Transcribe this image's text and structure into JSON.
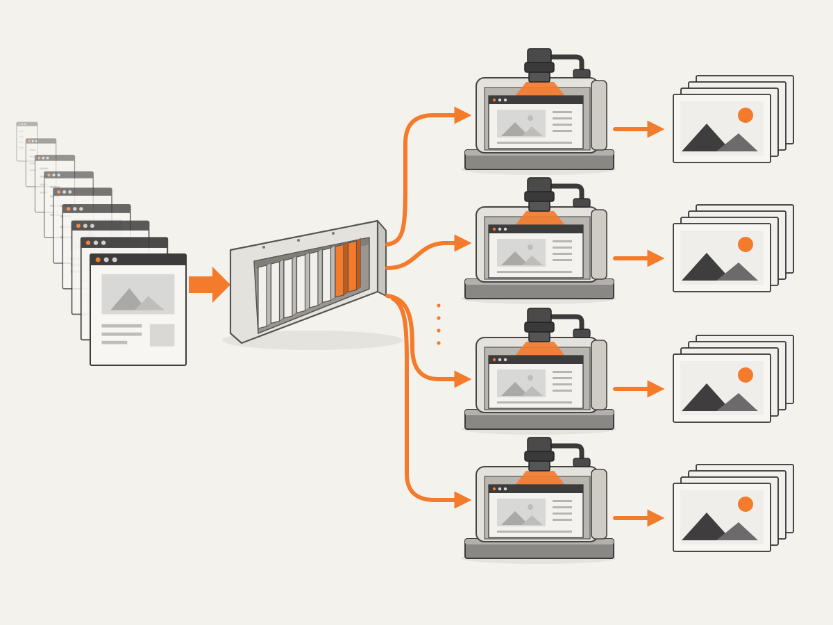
{
  "diagram": {
    "input_page_count": 9,
    "batch_slot_count": 8,
    "highlighted_slot_count": 2,
    "worker_count": 4,
    "gap_marker": "vertical-ellipsis",
    "output_stack_depth": 4
  },
  "icons": {
    "input_pages": "webpage-icon",
    "batcher": "batch-container-icon",
    "worker": "screenshot-machine-icon",
    "output": "image-icon"
  },
  "colors": {
    "background": "#f4f2ec",
    "accent": "#f47a2c",
    "ink_dark": "#3c3c3c",
    "ink_mid": "#6b6b6b",
    "panel_light": "#f7f6f2",
    "panel_gray": "#d8d8d6",
    "metal": "#e4e2dc"
  }
}
